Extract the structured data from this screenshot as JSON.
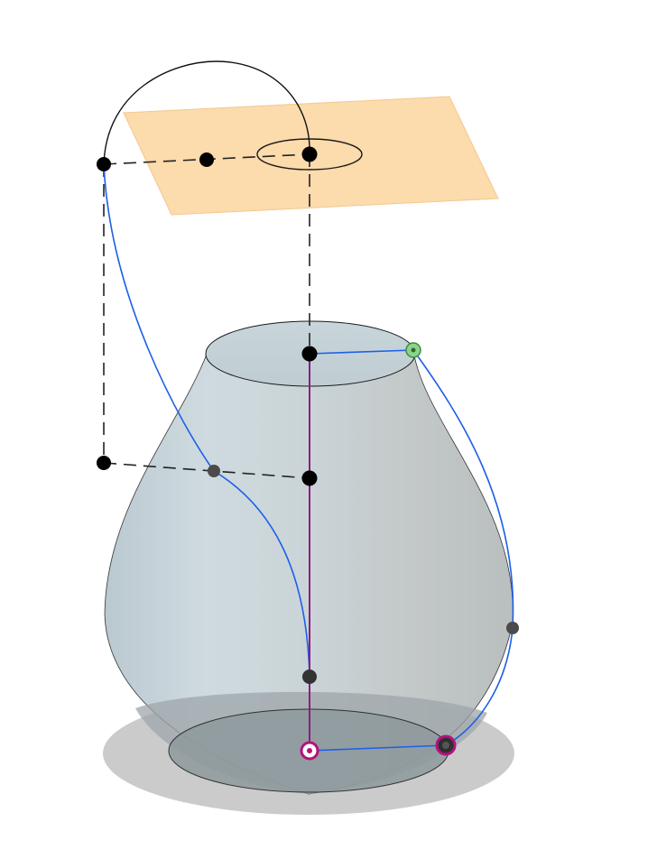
{
  "colors": {
    "background": "#ffffff",
    "sketch_plane_fill": "#fcd9a5",
    "sketch_plane_edge": "#f3c486",
    "body_surface": "#c6d2d8",
    "body_shade": "#b9c3c6",
    "ground_shadow": "#cfcfcf",
    "profile_spline": "#1d5fe8",
    "path_line": "#8e1d7f",
    "construction_line": "#1a1a1a",
    "point_black": "#000000",
    "point_grey": "#3a3a3a",
    "point_green": "#7cc97a",
    "point_magenta": "#b5127d"
  },
  "icons": {
    "selected_start_point": "green-circle-point",
    "origin_point": "magenta-ring-point",
    "end_point": "magenta-ring-point"
  }
}
